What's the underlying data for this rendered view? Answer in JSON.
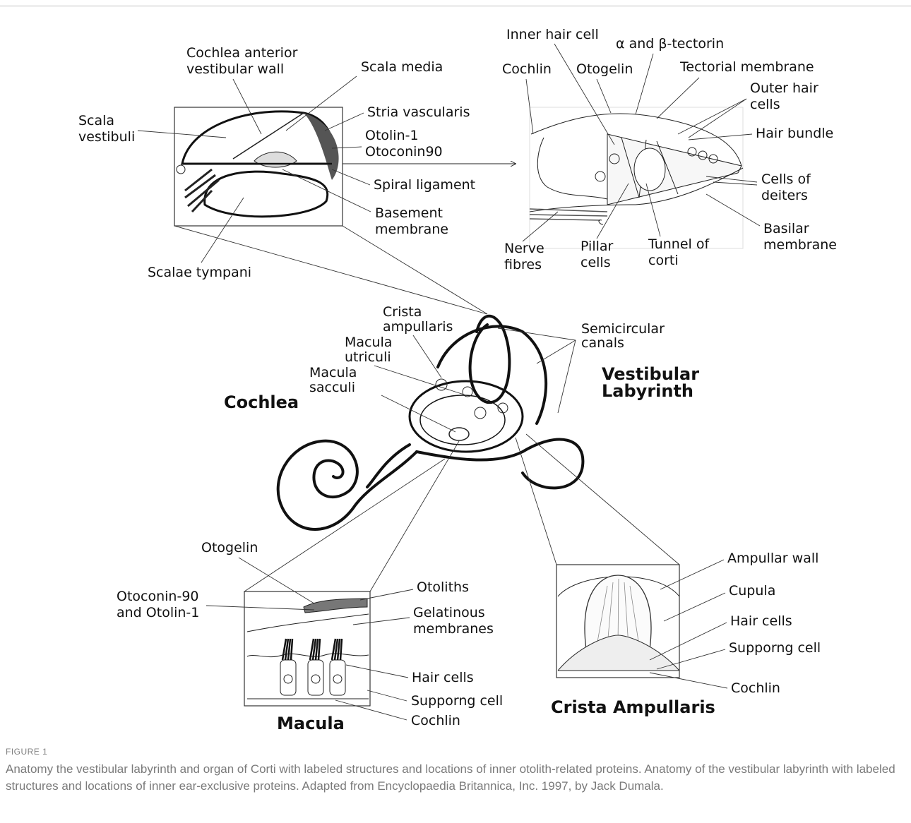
{
  "panels": {
    "cochlea_cross_section": {
      "labels": {
        "cochlea_anterior_wall_1": "Cochlea anterior",
        "cochlea_anterior_wall_2": "vestibular wall",
        "scala_media": "Scala media",
        "scala_vestibuli_1": "Scala",
        "scala_vestibuli_2": "vestibuli",
        "stria_vascularis": "Stria vascularis",
        "otolin_1": "Otolin-1",
        "otoconin90": "Otoconin90",
        "spiral_ligament": "Spiral ligament",
        "basement_membrane_1": "Basement",
        "basement_membrane_2": "membrane",
        "scalae_tympani": "Scalae tympani"
      }
    },
    "organ_of_corti": {
      "labels": {
        "inner_hair_cell": "Inner hair cell",
        "tectorin": "α and β-tectorin",
        "cochlin": "Cochlin",
        "otogelin": "Otogelin",
        "tectorial_membrane": "Tectorial membrane",
        "outer_hair_cells_1": "Outer hair",
        "outer_hair_cells_2": "cells",
        "hair_bundle": "Hair bundle",
        "cells_of_deiters_1": "Cells of",
        "cells_of_deiters_2": "deiters",
        "basilar_membrane_1": "Basilar",
        "basilar_membrane_2": "membrane",
        "nerve_fibres_1": "Nerve",
        "nerve_fibres_2": "fibres",
        "pillar_cells_1": "Pillar",
        "pillar_cells_2": "cells",
        "tunnel_of_corti_1": "Tunnel of",
        "tunnel_of_corti_2": "corti"
      }
    },
    "inner_ear": {
      "labels": {
        "crista_ampullaris_1": "Crista",
        "crista_ampullaris_2": "ampullaris",
        "macula_utriculi_1": "Macula",
        "macula_utriculi_2": "utriculi",
        "macula_sacculi_1": "Macula",
        "macula_sacculi_2": "sacculi",
        "semicircular_canals_1": "Semicircular",
        "semicircular_canals_2": "canals",
        "cochlea": "Cochlea",
        "vestibular_labyrinth_1": "Vestibular",
        "vestibular_labyrinth_2": "Labyrinth"
      }
    },
    "macula": {
      "title": "Macula",
      "labels": {
        "otogelin": "Otogelin",
        "otoconin_otolin_1": "Otoconin-90",
        "otoconin_otolin_2": "and Otolin-1",
        "otoliths": "Otoliths",
        "gelatinous_membranes_1": "Gelatinous",
        "gelatinous_membranes_2": "membranes",
        "hair_cells": "Hair cells",
        "supporting_cell": "Supporng cell",
        "cochlin": "Cochlin"
      }
    },
    "crista_ampullaris": {
      "title": "Crista Ampullaris",
      "labels": {
        "ampullar_wall": "Ampullar wall",
        "cupula": "Cupula",
        "hair_cells": "Hair cells",
        "supporting_cell": "Supporng cell",
        "cochlin": "Cochlin"
      }
    }
  },
  "caption": {
    "label": "FIGURE 1",
    "text": "Anatomy the vestibular labyrinth and organ of Corti with labeled structures and locations of inner otolith-related proteins. Anatomy of the vestibular labyrinth with labeled structures and locations of inner ear-exclusive proteins. Adapted from Encyclopaedia Britannica, Inc. 1997, by Jack Dumala."
  }
}
